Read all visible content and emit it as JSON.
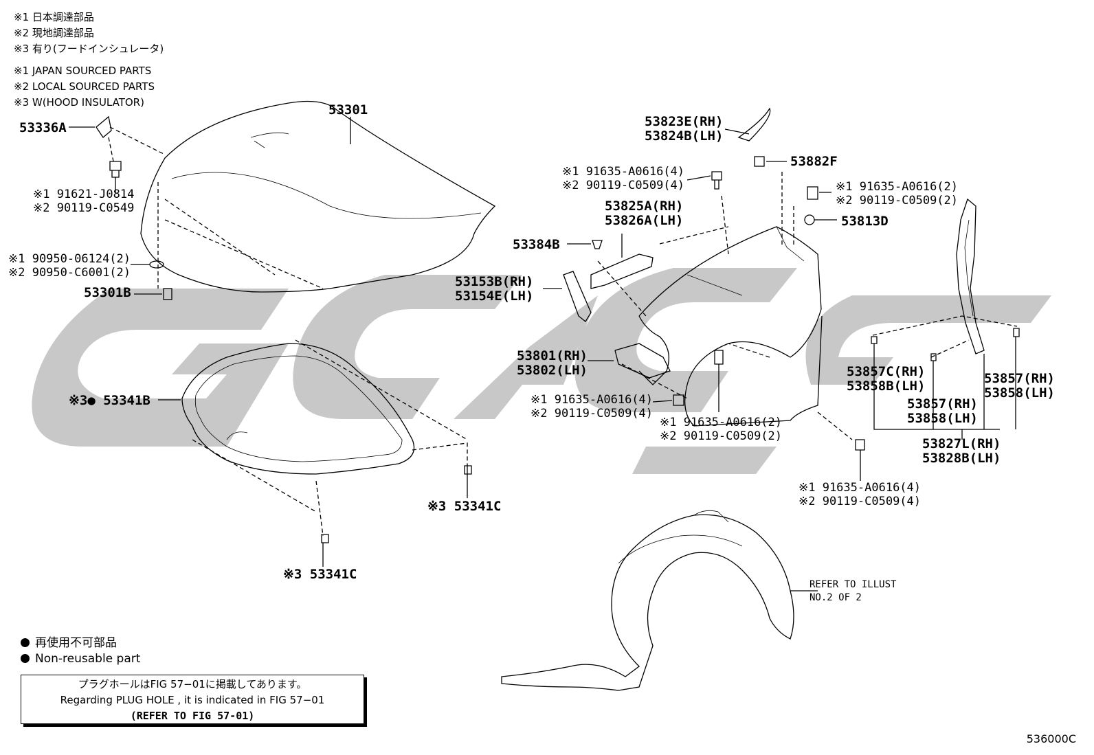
{
  "notes_jp": [
    "※1 日本調達部品",
    "※2 現地調達部品",
    "※3 有り(フードインシュレータ)"
  ],
  "notes_en": [
    "※1 JAPAN SOURCED PARTS",
    "※2 LOCAL SOURCED PARTS",
    "※3 W(HOOD INSULATOR)"
  ],
  "watermark_text": "GAGT",
  "watermark_color": "#c8c8c8",
  "labels": {
    "p53301": "53301",
    "p53336a": "53336A",
    "bolt_91621": [
      "※1 91621-J0814",
      "※2 90119-C0549"
    ],
    "grommet_90950": [
      "※1 90950-06124(2)",
      "※2 90950-C6001(2)"
    ],
    "p53301b": "53301B",
    "p53341b": "※3● 53341B",
    "p53341c_right": "※3 53341C",
    "p53341c_bottom": "※3 53341C",
    "p53823e": [
      "53823E(RH)",
      "53824B(LH)"
    ],
    "p53882f": "53882F",
    "bolt_top_a": [
      "※1 91635-A0616(4)",
      "※2 90119-C0509(4)"
    ],
    "bolt_top_b": [
      "※1 91635-A0616(2)",
      "※2 90119-C0509(2)"
    ],
    "p53825a": [
      "53825A(RH)",
      "53826A(LH)"
    ],
    "p53813d": "53813D",
    "p53384b": "53384B",
    "p53153b": [
      "53153B(RH)",
      "53154E(LH)"
    ],
    "p53801": [
      "53801(RH)",
      "53802(LH)"
    ],
    "bolt_mid_a": [
      "※1 91635-A0616(4)",
      "※2 90119-C0509(4)"
    ],
    "bolt_mid_b": [
      "※1 91635-A0616(2)",
      "※2 90119-C0509(2)"
    ],
    "bolt_low": [
      "※1 91635-A0616(4)",
      "※2 90119-C0509(4)"
    ],
    "p53857c": [
      "53857C(RH)",
      "53858B(LH)"
    ],
    "p53857_mid": [
      "53857(RH)",
      "53858(LH)"
    ],
    "p53857_right": [
      "53857(RH)",
      "53858(LH)"
    ],
    "p53827l": [
      "53827L(RH)",
      "53828B(LH)"
    ]
  },
  "refer_illust": [
    "REFER TO ILLUST",
    "NO.2 OF 2"
  ],
  "legend": [
    "再使用不可部品",
    "Non-reusable part"
  ],
  "refbox": [
    "プラグホールはFIG 57−01に掲載してあります。",
    "Regarding PLUG HOLE , it is indicated in FIG 57−01",
    "(REFER TO FIG 57-01)"
  ],
  "figure_code": "536000C"
}
